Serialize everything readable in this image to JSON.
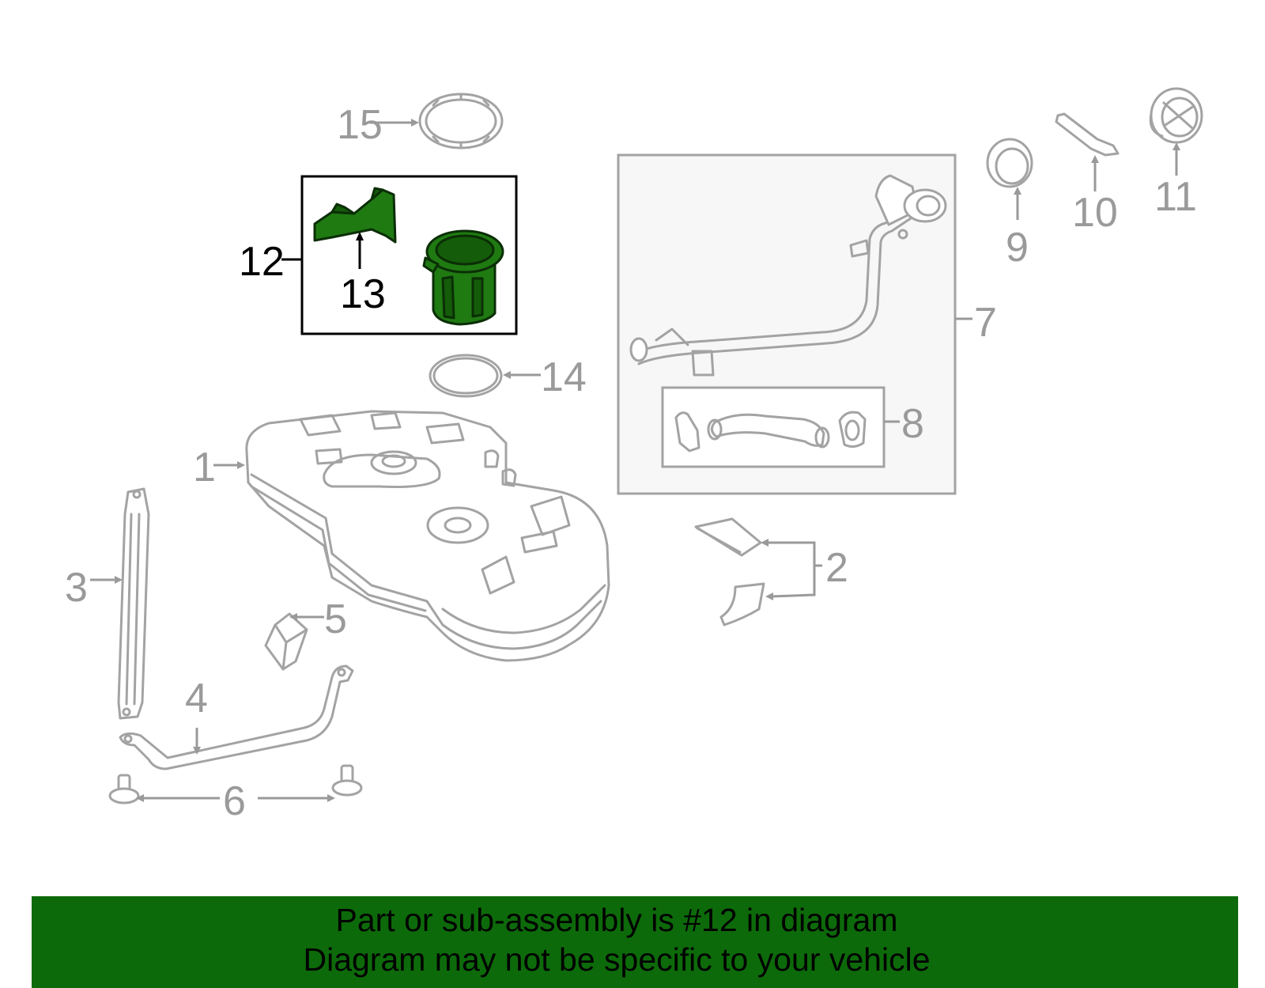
{
  "callouts": {
    "c1": "1",
    "c2": "2",
    "c3": "3",
    "c4": "4",
    "c5": "5",
    "c6": "6",
    "c7": "7",
    "c8": "8",
    "c9": "9",
    "c10": "10",
    "c11": "11",
    "c12": "12",
    "c13": "13",
    "c14": "14",
    "c15": "15"
  },
  "highlight": {
    "callout": "12",
    "color": "#1f7a12"
  },
  "banner": {
    "line1": "Part or sub-assembly is #12 in diagram",
    "line2": "Diagram may not be specific to your vehicle",
    "background": "#0d6a0a"
  }
}
